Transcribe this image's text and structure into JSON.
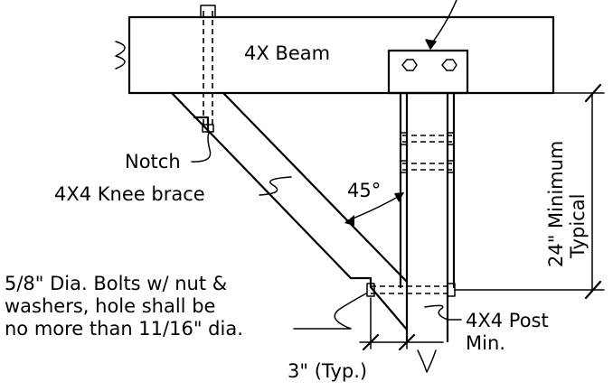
{
  "labels": {
    "beam": "4X Beam",
    "notch": "Notch",
    "knee_brace": "4X4 Knee brace",
    "angle": "45°",
    "bolts_line1": "5/8\" Dia. Bolts w/ nut &",
    "bolts_line2": "washers, hole shall be",
    "bolts_line3": "no more than 11/16\" dia.",
    "post_line1": "4X4 Post",
    "post_line2": "Min.",
    "spacing": "3\" (Typ.)",
    "min_line1": "24\" Minimum",
    "min_line2": "Typical"
  }
}
